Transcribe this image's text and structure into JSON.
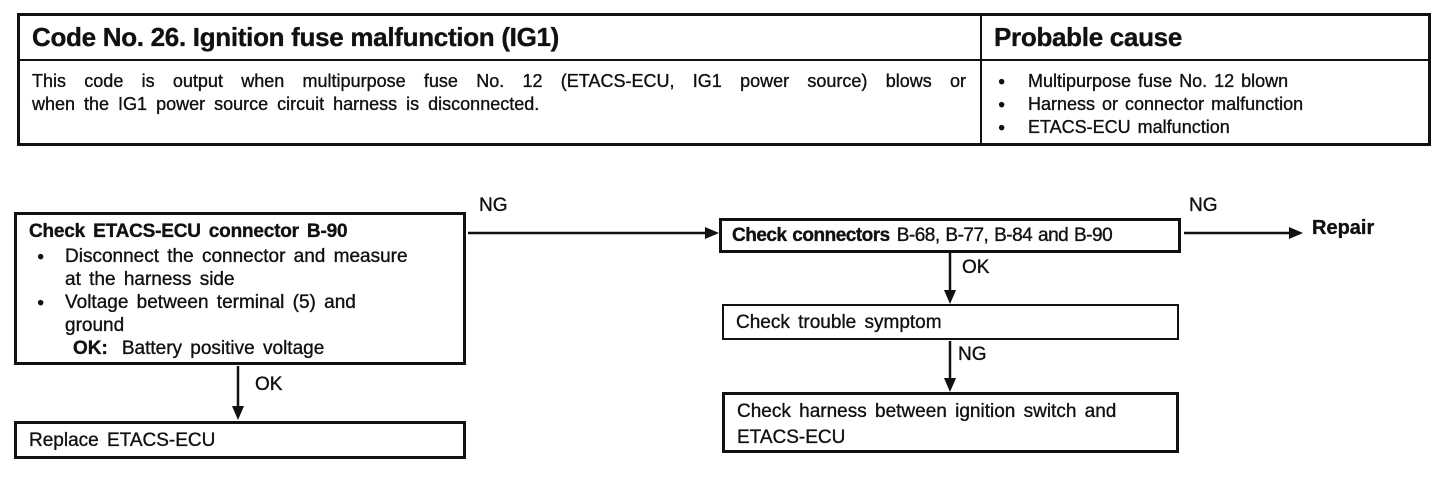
{
  "colors": {
    "ink": "#111111",
    "paper": "#ffffff"
  },
  "header_table": {
    "code_title": "Code No. 26. Ignition fuse malfunction (IG1)",
    "probable_cause_header": "Probable cause",
    "description_line1": "This code is output when multipurpose fuse No. 12 (ETACS-ECU, IG1 power source) blows or",
    "description_line2": "when the IG1 power source circuit harness is disconnected.",
    "causes": [
      "Multipurpose fuse No. 12 blown",
      "Harness or connector malfunction",
      "ETACS-ECU malfunction"
    ]
  },
  "flowchart": {
    "check_ecu_box": {
      "title": "Check ETACS-ECU connector B-90",
      "bullet1_line1": "Disconnect the connector and measure",
      "bullet1_line2": "at the harness side",
      "bullet2_line1": "Voltage between terminal (5) and",
      "bullet2_line2": "ground",
      "ok_label": "OK:",
      "ok_value": "Battery positive voltage"
    },
    "replace_box": {
      "text": "Replace ETACS-ECU"
    },
    "connectors_box": {
      "title_bold": "Check connectors",
      "title_rest": "B-68, B-77, B-84 and B-90"
    },
    "trouble_box": {
      "text": "Check trouble symptom"
    },
    "harness_box": {
      "line1": "Check harness between ignition switch and",
      "line2": "ETACS-ECU"
    },
    "labels": {
      "ng_to_connectors": "NG",
      "ng_to_repair": "NG",
      "ok_to_trouble": "OK",
      "ng_to_harness": "NG",
      "ok_to_replace": "OK",
      "repair": "Repair"
    }
  }
}
